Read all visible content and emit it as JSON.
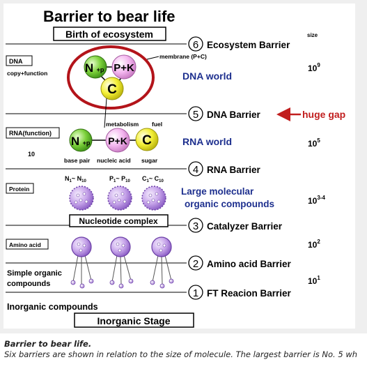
{
  "title": "Barrier to bear life",
  "top_box": "Birth of ecosystem",
  "bottom_box": "Inorganic Stage",
  "size_header": "size",
  "barriers": [
    {
      "num": "6",
      "label": "Ecosystem Barrier"
    },
    {
      "num": "5",
      "label": "DNA Barrier"
    },
    {
      "num": "4",
      "label": "RNA Barrier"
    },
    {
      "num": "3",
      "label": "Catalyzer Barrier"
    },
    {
      "num": "2",
      "label": "Amino acid Barrier"
    },
    {
      "num": "1",
      "label": "FT Reacion Barrier"
    }
  ],
  "huge_gap": "huge gap",
  "worlds": {
    "dna": "DNA world",
    "rna": "RNA world",
    "large1": "Large molecular",
    "large2": "organic compounds"
  },
  "sizes": {
    "s9": {
      "base": "10",
      "exp": "9"
    },
    "s5": {
      "base": "10",
      "exp": "5"
    },
    "s34": {
      "base": "10",
      "exp": "3-4"
    },
    "s2": {
      "base": "10",
      "exp": "2"
    },
    "s1": {
      "base": "10",
      "exp": "1"
    }
  },
  "left_labels": {
    "dna": "DNA",
    "copy_function": "copy+function",
    "rna_function": "RNA(function)",
    "ten": "10",
    "protein": "Protein",
    "amino_acid": "Amino acid",
    "simple1": "Simple organic",
    "simple2": "compounds",
    "inorganic": "Inorganic compounds"
  },
  "dna_circles": {
    "n": "N",
    "n_sub": "+p",
    "pk": "P+K",
    "c": "C",
    "membrane": "membrane (P+C)"
  },
  "rna_circles": {
    "n": "N",
    "n_sub": "+p",
    "pk": "P+K",
    "c": "C",
    "metabolism": "metabolism",
    "fuel": "fuel",
    "base_pair": "base pair",
    "nucleic_acid": "nucleic acid",
    "sugar": "sugar"
  },
  "protein_labels": {
    "n_main": "N",
    "n_from": "1",
    "n_tilde": "~ N",
    "n_to": "10",
    "p_main": "P",
    "p_from": "1",
    "p_tilde": "~ P",
    "p_to": "10",
    "c_main": "C",
    "c_from": "1",
    "c_tilde": "~ C",
    "c_to": "10"
  },
  "nucleotide_complex": "Nucleotide complex",
  "colors": {
    "green": "#7bd03a",
    "pink": "#f4b6ef",
    "yellow": "#f3ef35",
    "purple": "#b98fe0",
    "red": "#c11e1e",
    "blue": "#1d2f8e"
  },
  "caption": {
    "title": "Barrier to bear life.",
    "text": "Six barriers are shown in relation to the size of molecule. The largest barrier is No. 5 wh"
  }
}
